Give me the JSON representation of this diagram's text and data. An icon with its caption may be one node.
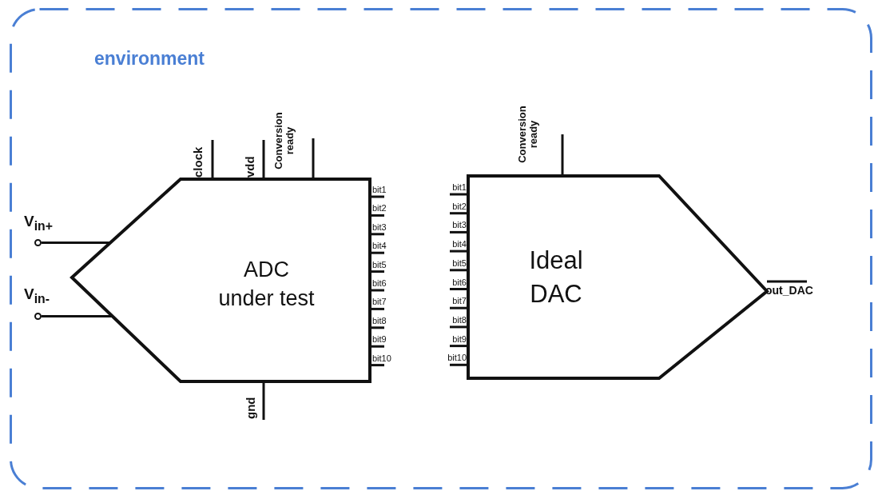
{
  "diagram": {
    "nodes": [
      {
        "text": [
          "environment"
        ]
      },
      {
        "text": [
          "ADC under test"
        ],
        "in": 0
      },
      {
        "text": [
          "Ideal DAC"
        ],
        "in": 0
      },
      {
        "text": [],
        "shape": "circle",
        "beside": [
          "V$_{in+}$"
        ],
        "in": 0
      },
      {
        "text": [],
        "shape": "circle",
        "beside": [
          "V$_{in-}$"
        ],
        "in": 0
      }
    ],
    "edges": [
      {
        "from": 3,
        "to": 1,
        "arrow": "none"
      },
      {
        "from": 4,
        "to": 1,
        "arrow": "none"
      }
    ],
    "labels": [
      "clock",
      "vdd",
      "Conversion ready",
      "Conversion ready",
      "bit1",
      "bit1",
      "bit2",
      "bit2",
      "bit3",
      "bit3",
      "bit4",
      "bit4",
      "bit5",
      "bit5",
      "bit6",
      "bit6",
      "bit7",
      "bit7",
      "bit8",
      "bit8",
      "bit9",
      "bit9",
      "bit10",
      "bit10",
      "out_DAC",
      "gnd"
    ]
  }
}
